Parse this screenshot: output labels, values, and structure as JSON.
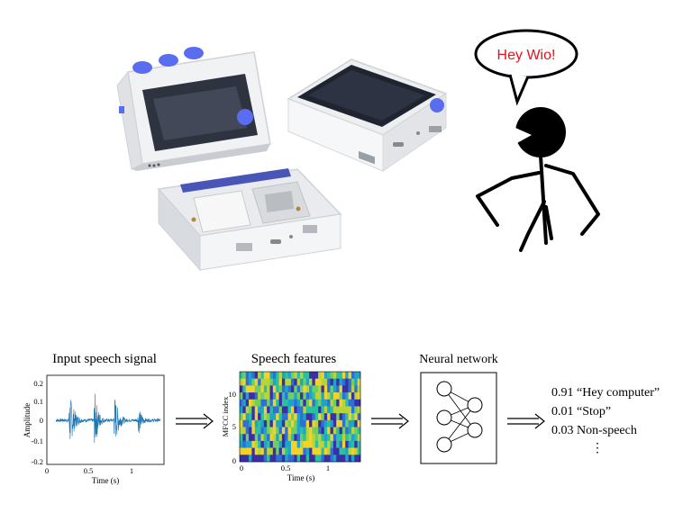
{
  "speech_bubble": {
    "text": "Hey Wio!",
    "color": "#e8101a"
  },
  "pipeline": {
    "stage1": {
      "title": "Input speech signal",
      "xlabel": "Time (s)",
      "ylabel": "Amplitude",
      "yticks": [
        "0.2",
        "0.1",
        "0",
        "-0.1",
        "-0.2"
      ],
      "xticks": [
        "0",
        "0.5",
        "1"
      ]
    },
    "stage2": {
      "title": "Speech features",
      "xlabel": "Time (s)",
      "ylabel": "MFCC index",
      "yticks": [
        "10",
        "5",
        "0"
      ],
      "xticks": [
        "0",
        "0.5",
        "1"
      ]
    },
    "stage3": {
      "title": "Neural network"
    },
    "outputs": [
      {
        "score": "0.91",
        "label": "“Hey computer”"
      },
      {
        "score": "0.01",
        "label": "“Stop”"
      },
      {
        "score": "0.03",
        "label": "Non-speech"
      }
    ],
    "ellipsis": "⋮"
  },
  "colors": {
    "device_accent": "#5a6cf0",
    "waveform": "#1f77b4"
  }
}
